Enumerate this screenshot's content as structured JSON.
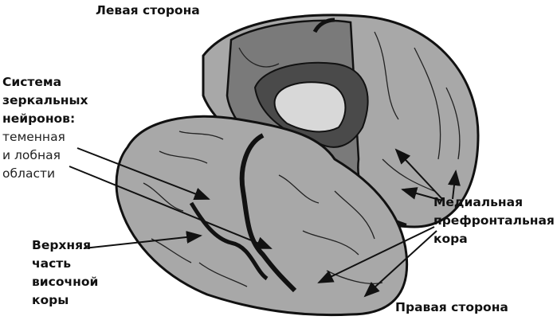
{
  "labels": {
    "left_side": "Левая сторона",
    "right_side": "Правая сторона",
    "mirror_neurons": {
      "title_lines": [
        "Система",
        "зеркальных",
        "нейронов:"
      ],
      "detail_lines": [
        "теменная",
        "и лобная",
        "области"
      ]
    },
    "superior_temporal": [
      "Верхняя",
      "часть",
      "височной",
      "коры"
    ],
    "medial_prefrontal": [
      "Медиальная",
      "префронтальная",
      "кора"
    ]
  },
  "colors": {
    "outer_cortex": "#a8a8a8",
    "medial_surface": "#7a7a7a",
    "inner_dark": "#4a4a4a",
    "inner_light": "#d8d8d8",
    "outline": "#111111"
  }
}
